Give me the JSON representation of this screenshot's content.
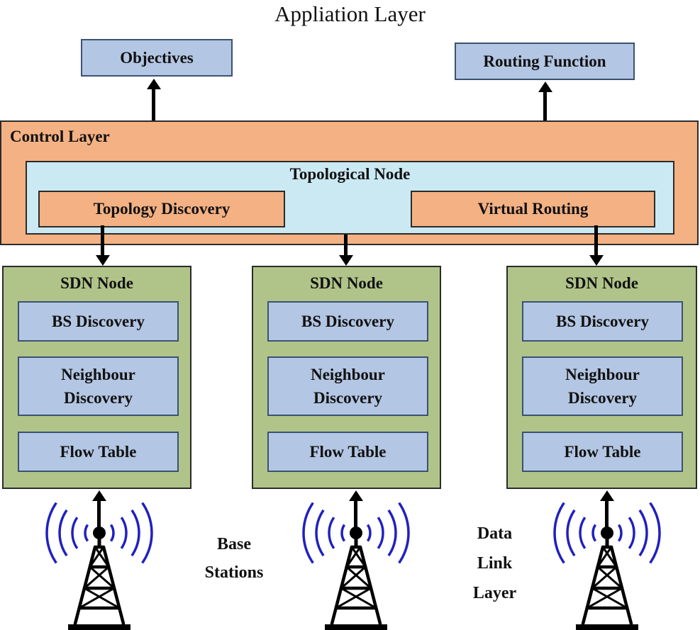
{
  "title": "Appliation Layer",
  "application_layer": {
    "objectives": "Objectives",
    "routing_function": "Routing Function"
  },
  "control_layer": {
    "label": "Control Layer",
    "topological_node": {
      "label": "Topological Node",
      "topology_discovery": "Topology Discovery",
      "virtual_routing": "Virtual Routing"
    }
  },
  "sdn_nodes": [
    {
      "label": "SDN Node",
      "bs_discovery": "BS Discovery",
      "neighbour_line1": "Neighbour",
      "neighbour_line2": "Discovery",
      "flow_table": "Flow Table"
    },
    {
      "label": "SDN Node",
      "bs_discovery": "BS Discovery",
      "neighbour_line1": "Neighbour",
      "neighbour_line2": "Discovery",
      "flow_table": "Flow Table"
    },
    {
      "label": "SDN Node",
      "bs_discovery": "BS Discovery",
      "neighbour_line1": "Neighbour",
      "neighbour_line2": "Discovery",
      "flow_table": "Flow Table"
    }
  ],
  "annotations": {
    "base_stations_line1": "Base",
    "base_stations_line2": "Stations",
    "data_link_line1": "Data",
    "data_link_line2": "Link",
    "data_link_line3": "Layer"
  },
  "icons": {
    "antenna": "base-station-antenna-icon"
  },
  "colors": {
    "blue_box": "#b3c6e3",
    "orange_box": "#f4b183",
    "cyan_box": "#cbe9f2",
    "green_box": "#b0c489",
    "wave_blue": "#2020c0",
    "arrow_black": "#000000"
  }
}
